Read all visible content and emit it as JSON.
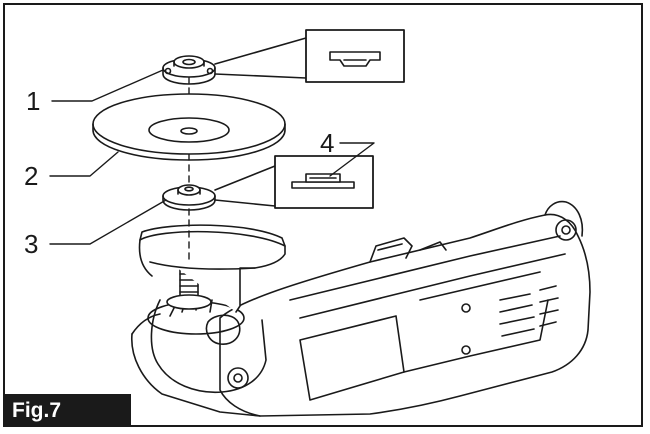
{
  "figure": {
    "label": "Fig.7",
    "callouts": [
      {
        "id": "1",
        "text": "1",
        "part": "lock-nut"
      },
      {
        "id": "2",
        "text": "2",
        "part": "abrasive-disc"
      },
      {
        "id": "3",
        "text": "3",
        "part": "inner-flange"
      },
      {
        "id": "4",
        "text": "4",
        "part": "flange-recess-detail"
      }
    ],
    "colors": {
      "ink": "#1a1a1a",
      "paper": "#ffffff"
    }
  }
}
